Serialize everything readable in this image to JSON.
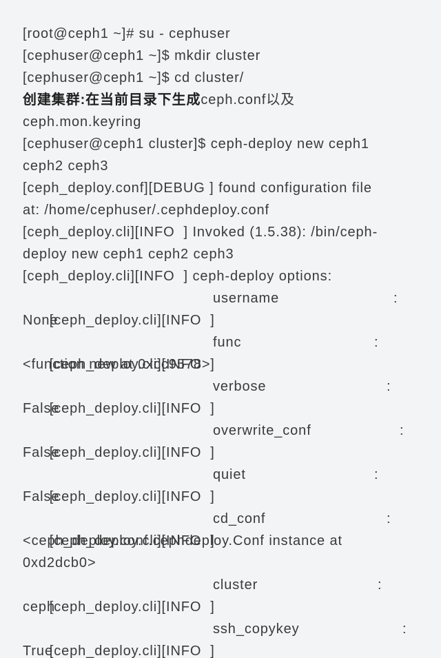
{
  "lines": {
    "l1": "[root@ceph1 ~]# su - cephuser",
    "l2": "[cephuser@ceph1 ~]$ mkdir cluster",
    "l3": "[cephuser@ceph1 ~]$ cd cluster/",
    "l4_bold": "创建集群:在当前目录下生成",
    "l4_rest": "ceph.conf以及",
    "l5": "ceph.mon.keyring",
    "l6": "[cephuser@ceph1 cluster]$ ceph-deploy new ceph1",
    "l7": "ceph2 ceph3",
    "l8": "[ceph_deploy.conf][DEBUG ] found configuration file",
    "l9": "at: /home/cephuser/.cephdeploy.conf",
    "l10": "[ceph_deploy.cli][INFO  ] Invoked (1.5.38): /bin/ceph-",
    "l11": "deploy new ceph1 ceph2 ceph3",
    "l12": "[ceph_deploy.cli][INFO  ] ceph-deploy options:"
  },
  "options": {
    "prefix": "[ceph_deploy.cli][INFO  ]",
    "colon": ":",
    "items": [
      {
        "name": "username",
        "value": "None"
      },
      {
        "name": "func",
        "value": "<function new at 0xcc9578>"
      },
      {
        "name": "verbose",
        "value": "False"
      },
      {
        "name": "overwrite_conf",
        "value": "False"
      },
      {
        "name": "quiet",
        "value": "False"
      },
      {
        "name": "cd_conf",
        "value": "<ceph_deploy.conf.cephdeploy.Conf instance at",
        "value2": "0xd2dcb0>"
      },
      {
        "name": "cluster",
        "value": "ceph"
      },
      {
        "name": "ssh_copykey",
        "value": "True"
      }
    ]
  }
}
